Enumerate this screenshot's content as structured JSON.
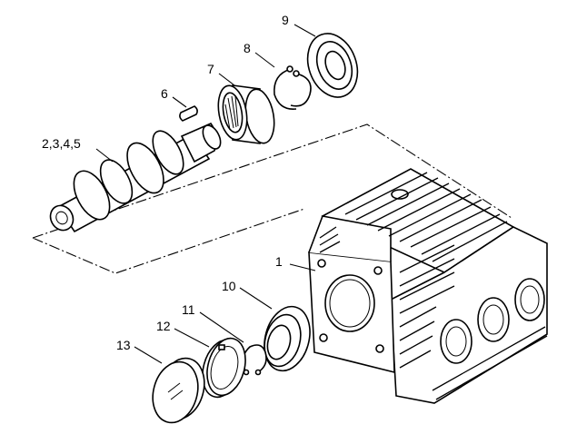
{
  "callouts": {
    "c1": "1",
    "c2345": "2,3,4,5",
    "c6": "6",
    "c7": "7",
    "c8": "8",
    "c9": "9",
    "c10": "10",
    "c11": "11",
    "c12": "12",
    "c13": "13"
  },
  "colors": {
    "line": "#000000",
    "background": "#ffffff"
  }
}
